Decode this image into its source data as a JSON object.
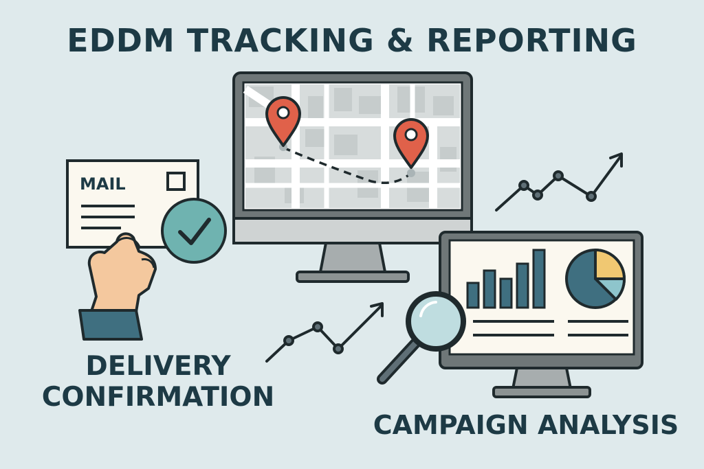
{
  "title": "EDDM TRACKING & REPORTING",
  "mail_card": {
    "label": "MAIL"
  },
  "labels": {
    "delivery_line1": "DELIVERY",
    "delivery_line2": "CONFIRMATION",
    "campaign": "CAMPAIGN ANALYSIS"
  },
  "icons": [
    "map-pin-icon",
    "checkmark-icon",
    "magnifier-icon",
    "trend-arrow-icon",
    "pie-chart-icon",
    "bar-chart-icon",
    "monitor-icon",
    "hand-icon",
    "mail-card-icon"
  ],
  "colors": {
    "background": "#dfeaec",
    "ink": "#1d3a45",
    "pin": "#e0614a",
    "accent_teal": "#5fa8a8",
    "bar": "#3f6f80",
    "pie_yellow": "#f0c872",
    "pie_light": "#8ec5cc"
  }
}
